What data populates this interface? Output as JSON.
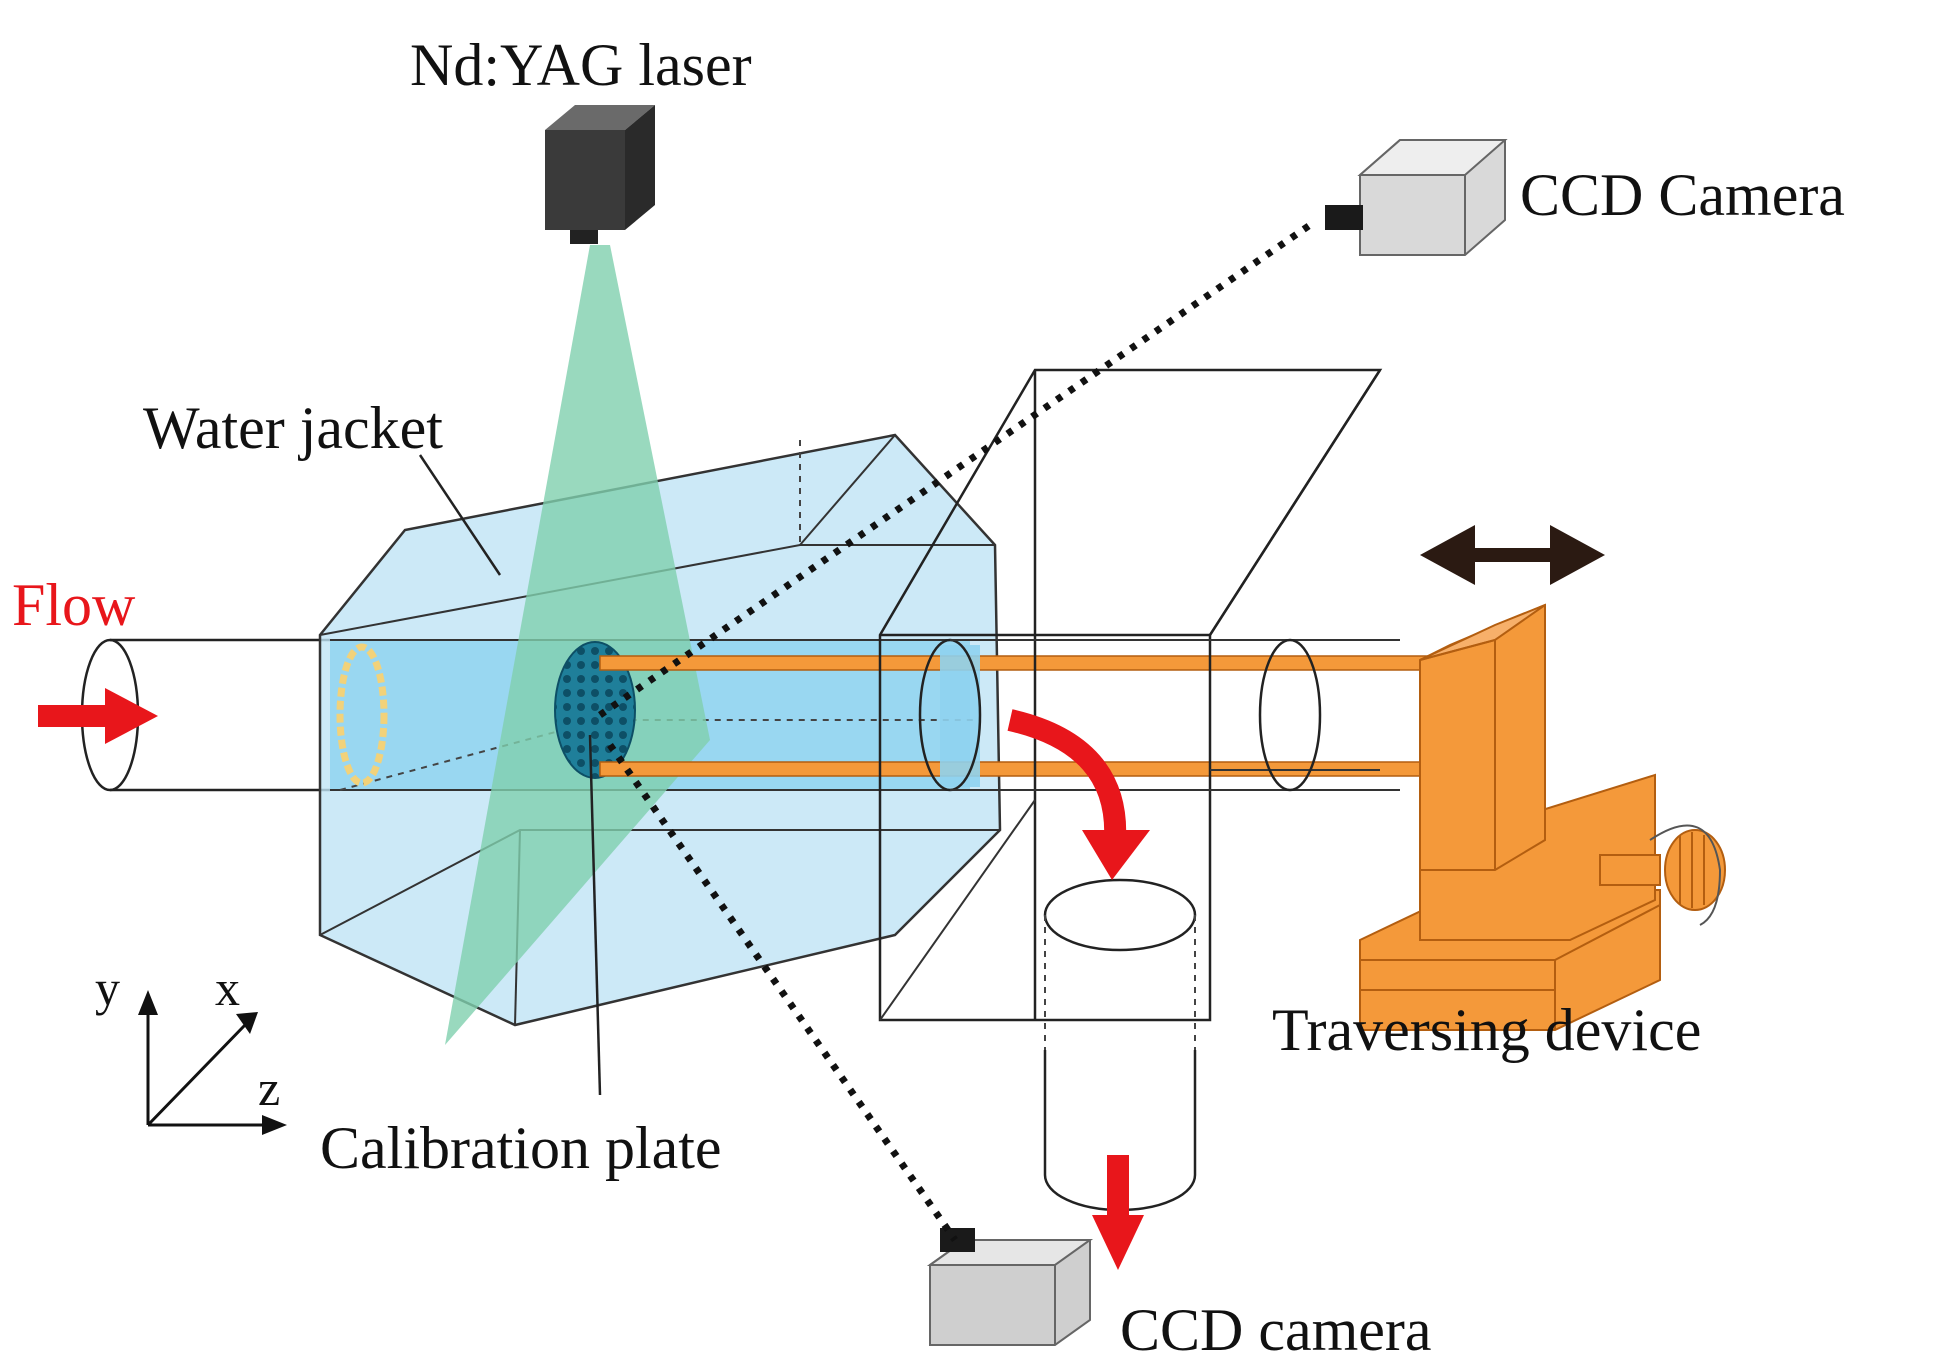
{
  "labels": {
    "laser": "Nd:YAG laser",
    "camera_top": "CCD Camera",
    "water_jacket": "Water jacket",
    "flow": "Flow",
    "traversing": "Traversing device",
    "calibration": "Calibration plate",
    "camera_bottom": "CCD camera"
  },
  "axes": {
    "y": "y",
    "x": "x",
    "z": "z"
  },
  "colors": {
    "flow_arrow": "#e8161b",
    "water_jacket": "#bfe3f5",
    "pipe_water": "#8fd3f0",
    "laser_sheet": "#7fcfae",
    "traversing_device": "#f4993a",
    "calibration_plate": "#1f7f9a",
    "camera_body": "#cfcfcf",
    "laser_head": "#3a3a3a",
    "ring_marker": "#f2d27a"
  },
  "icons": [
    "laser-head-icon",
    "ccd-camera-icon",
    "flow-arrow-icon",
    "motion-arrow-icon",
    "knob-icon"
  ]
}
